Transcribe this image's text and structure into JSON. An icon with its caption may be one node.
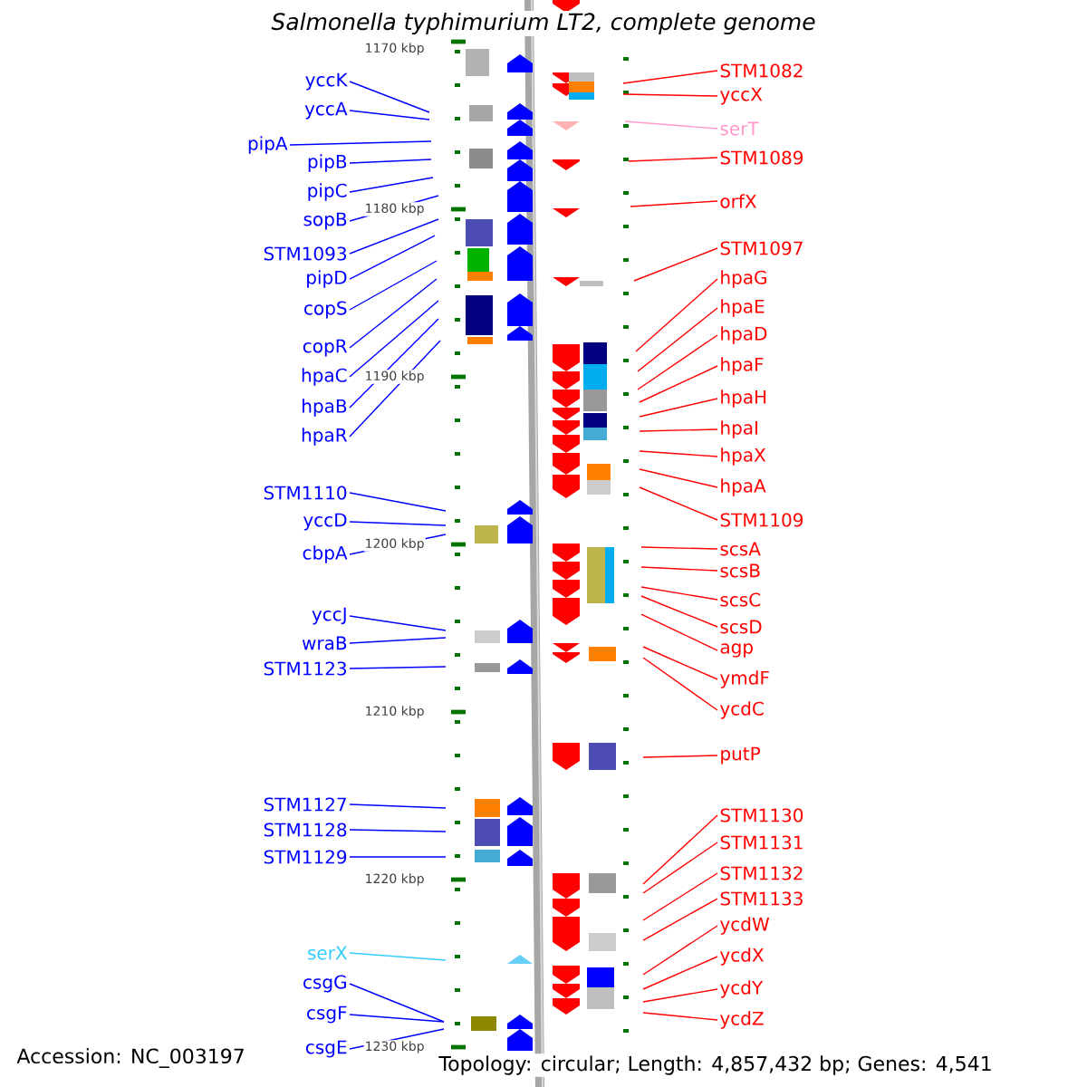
{
  "diagram": {
    "title": "Salmonella typhimurium LT2, complete genome",
    "nodes": [
      {
        "text": [
          "yccK"
        ]
      },
      {
        "text": [
          "yccA"
        ]
      },
      {
        "text": [
          "pipA"
        ]
      },
      {
        "text": [
          "pipB"
        ]
      },
      {
        "text": [
          "pipC"
        ]
      },
      {
        "text": [
          "sopB"
        ]
      },
      {
        "text": [
          "STM1093"
        ]
      },
      {
        "text": [
          "pipD"
        ]
      },
      {
        "text": [
          "copS"
        ]
      },
      {
        "text": [
          "copR"
        ]
      },
      {
        "text": [
          "hpaC"
        ]
      },
      {
        "text": [
          "hpaB"
        ]
      },
      {
        "text": [
          "hpaR"
        ]
      },
      {
        "text": [
          "STM1110"
        ]
      },
      {
        "text": [
          "yccD"
        ]
      },
      {
        "text": [
          "cbpA"
        ]
      },
      {
        "text": [
          "yccJ"
        ]
      },
      {
        "text": [
          "wraB"
        ]
      },
      {
        "text": [
          "STM1123"
        ]
      },
      {
        "text": [
          "STM1127"
        ]
      },
      {
        "text": [
          "STM1128"
        ]
      },
      {
        "text": [
          "STM1129"
        ]
      },
      {
        "text": [
          "serX"
        ]
      },
      {
        "text": [
          "csgG"
        ]
      },
      {
        "text": [
          "csgF"
        ]
      },
      {
        "text": [
          "csgE"
        ]
      },
      {
        "text": [
          "STM1082"
        ]
      },
      {
        "text": [
          "yccX"
        ]
      },
      {
        "text": [
          "serT"
        ]
      },
      {
        "text": [
          "STM1089"
        ]
      },
      {
        "text": [
          "orfX"
        ]
      },
      {
        "text": [
          "STM1097"
        ]
      },
      {
        "text": [
          "hpaG"
        ]
      },
      {
        "text": [
          "hpaE"
        ]
      },
      {
        "text": [
          "hpaD"
        ]
      },
      {
        "text": [
          "hpaF"
        ]
      },
      {
        "text": [
          "hpaH"
        ]
      },
      {
        "text": [
          "hpaI"
        ]
      },
      {
        "text": [
          "hpaX"
        ]
      },
      {
        "text": [
          "hpaA"
        ]
      },
      {
        "text": [
          "STM1109"
        ]
      },
      {
        "text": [
          "scsA"
        ]
      },
      {
        "text": [
          "scsB"
        ]
      },
      {
        "text": [
          "scsC"
        ]
      },
      {
        "text": [
          "scsD"
        ]
      },
      {
        "text": [
          "agp"
        ]
      },
      {
        "text": [
          "ymdF"
        ]
      },
      {
        "text": [
          "ycdC"
        ]
      },
      {
        "text": [
          "putP"
        ]
      },
      {
        "text": [
          "STM1130"
        ]
      },
      {
        "text": [
          "STM1131"
        ]
      },
      {
        "text": [
          "STM1132"
        ]
      },
      {
        "text": [
          "STM1133"
        ]
      },
      {
        "text": [
          "ycdW"
        ]
      },
      {
        "text": [
          "ycdX"
        ]
      },
      {
        "text": [
          "ycdY"
        ]
      },
      {
        "text": [
          "ycdZ"
        ]
      }
    ],
    "edges": [
      {
        "from": 0,
        "to": null,
        "arrow": "none",
        "color": "#0000ff"
      },
      {
        "from": 1,
        "to": null,
        "arrow": "none",
        "color": "#0000ff"
      },
      {
        "from": 2,
        "to": null,
        "arrow": "none",
        "color": "#0000ff"
      },
      {
        "from": 3,
        "to": null,
        "arrow": "none",
        "color": "#0000ff"
      },
      {
        "from": 4,
        "to": null,
        "arrow": "none",
        "color": "#0000ff"
      },
      {
        "from": 5,
        "to": null,
        "arrow": "none",
        "color": "#0000ff"
      },
      {
        "from": 6,
        "to": null,
        "arrow": "none",
        "color": "#0000ff"
      },
      {
        "from": 7,
        "to": null,
        "arrow": "none",
        "color": "#0000ff"
      },
      {
        "from": 8,
        "to": null,
        "arrow": "none",
        "color": "#0000ff"
      },
      {
        "from": 9,
        "to": null,
        "arrow": "none",
        "color": "#0000ff"
      },
      {
        "from": 10,
        "to": null,
        "arrow": "none",
        "color": "#0000ff"
      },
      {
        "from": 11,
        "to": null,
        "arrow": "none",
        "color": "#0000ff"
      },
      {
        "from": 12,
        "to": null,
        "arrow": "none",
        "color": "#0000ff"
      },
      {
        "from": 13,
        "to": null,
        "arrow": "none",
        "color": "#0000ff"
      },
      {
        "from": 14,
        "to": null,
        "arrow": "none",
        "color": "#0000ff"
      },
      {
        "from": 15,
        "to": null,
        "arrow": "none",
        "color": "#0000ff"
      },
      {
        "from": 16,
        "to": null,
        "arrow": "none",
        "color": "#0000ff"
      },
      {
        "from": 17,
        "to": null,
        "arrow": "none",
        "color": "#0000ff"
      },
      {
        "from": 18,
        "to": null,
        "arrow": "none",
        "color": "#0000ff"
      },
      {
        "from": 19,
        "to": null,
        "arrow": "none",
        "color": "#0000ff"
      },
      {
        "from": 20,
        "to": null,
        "arrow": "none",
        "color": "#0000ff"
      },
      {
        "from": 21,
        "to": null,
        "arrow": "none",
        "color": "#0000ff"
      },
      {
        "from": 22,
        "to": null,
        "arrow": "none",
        "color": "#33ccff"
      },
      {
        "from": 23,
        "to": null,
        "arrow": "none",
        "color": "#0000ff"
      },
      {
        "from": 24,
        "to": null,
        "arrow": "none",
        "color": "#0000ff"
      },
      {
        "from": 25,
        "to": null,
        "arrow": "none",
        "color": "#0000ff"
      },
      {
        "from": 26,
        "to": null,
        "arrow": "none"
      },
      {
        "from": 27,
        "to": null,
        "arrow": "none"
      },
      {
        "from": 28,
        "to": null,
        "arrow": "none",
        "color": "#ff99cc"
      },
      {
        "from": 29,
        "to": null,
        "arrow": "none"
      },
      {
        "from": 30,
        "to": null,
        "arrow": "none"
      },
      {
        "from": 31,
        "to": null,
        "arrow": "none"
      },
      {
        "from": 32,
        "to": null,
        "arrow": "none"
      },
      {
        "from": 33,
        "to": null,
        "arrow": "none"
      },
      {
        "from": 34,
        "to": null,
        "arrow": "none"
      },
      {
        "from": 35,
        "to": null,
        "arrow": "none"
      },
      {
        "from": 36,
        "to": null,
        "arrow": "none"
      },
      {
        "from": 37,
        "to": null,
        "arrow": "none"
      },
      {
        "from": 38,
        "to": null,
        "arrow": "none"
      },
      {
        "from": 39,
        "to": null,
        "arrow": "none"
      },
      {
        "from": 40,
        "to": null,
        "arrow": "none"
      },
      {
        "from": 41,
        "to": null,
        "arrow": "none"
      },
      {
        "from": 42,
        "to": null,
        "arrow": "none"
      },
      {
        "from": 43,
        "to": null,
        "arrow": "none"
      },
      {
        "from": 44,
        "to": null,
        "arrow": "none"
      },
      {
        "from": 45,
        "to": null,
        "arrow": "none"
      },
      {
        "from": 46,
        "to": null,
        "arrow": "none"
      },
      {
        "from": 47,
        "to": null,
        "arrow": "none"
      },
      {
        "from": 48,
        "to": null,
        "arrow": "none"
      },
      {
        "from": 49,
        "to": null,
        "arrow": "none"
      },
      {
        "from": 50,
        "to": null,
        "arrow": "none"
      },
      {
        "from": 51,
        "to": null,
        "arrow": "none"
      },
      {
        "from": 52,
        "to": null,
        "arrow": "none"
      },
      {
        "from": 53,
        "to": null,
        "arrow": "none"
      },
      {
        "from": 54,
        "to": null,
        "arrow": "none"
      },
      {
        "from": 55,
        "to": null,
        "arrow": "none"
      },
      {
        "from": 56,
        "to": null,
        "arrow": "none"
      }
    ],
    "labels": [
      "1170 kbp",
      "1180 kbp",
      "1190 kbp",
      "1200 kbp",
      "1210 kbp",
      "1220 kbp",
      "1230 kbp",
      "Accession: NC_003197",
      "Topology: circular; Length: 4,857,432 bp; Genes: 4,541"
    ]
  }
}
